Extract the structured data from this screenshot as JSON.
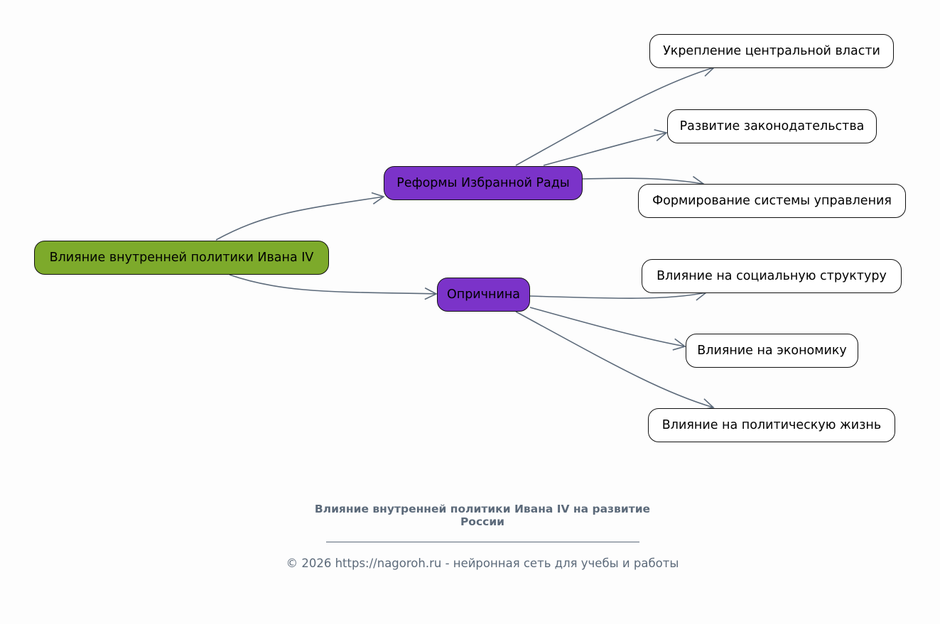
{
  "diagram": {
    "root": {
      "label": "Влияние внутренней политики Ивана IV"
    },
    "branches": [
      {
        "label": "Реформы Избранной Рады",
        "children": [
          "Укрепление центральной власти",
          "Развитие законодательства",
          "Формирование системы управления"
        ]
      },
      {
        "label": "Опричнина",
        "children": [
          "Влияние на социальную структуру",
          "Влияние на экономику",
          "Влияние на политическую жизнь"
        ]
      }
    ]
  },
  "footer": {
    "title": "Влияние внутренней политики Ивана IV на развитие России",
    "copyright": "© 2026 https://nagoroh.ru - нейронная сеть для учебы и работы"
  },
  "colors": {
    "root_fill": "#7daa2b",
    "branch_fill": "#7b33c9",
    "leaf_fill": "#ffffff",
    "edge": "#5c6a7a",
    "footer_text": "#5c6a7a"
  }
}
